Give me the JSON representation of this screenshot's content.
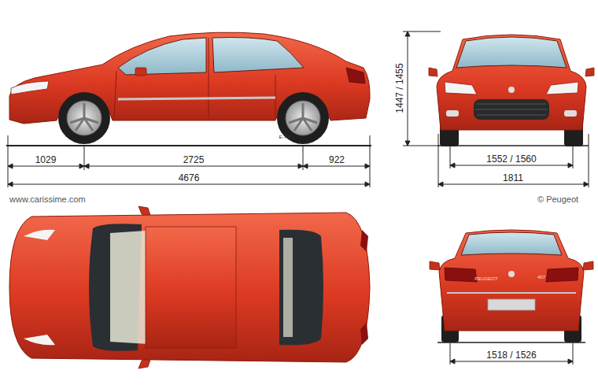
{
  "diagram": {
    "labels": [
      "1029",
      "2725",
      "922",
      "4676",
      "www.carissime.com",
      "© Peugeot",
      "1447 / 1455",
      "1552 / 1560",
      "1811",
      "1518 / 1526",
      "E-T-A-I",
      "PEUGEOT",
      "407"
    ]
  }
}
